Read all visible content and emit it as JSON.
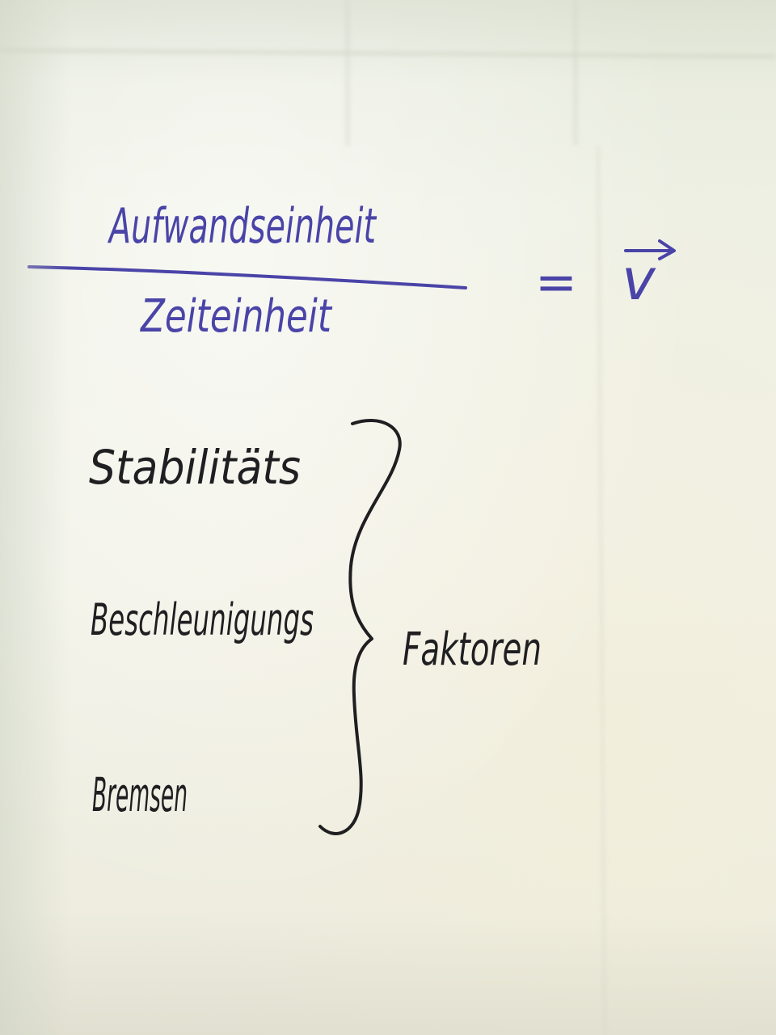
{
  "note": {
    "fraction": {
      "numerator": "Aufwandseinheit",
      "denominator": "Zeiteinheit"
    },
    "equals": "=",
    "result": "v",
    "factors": {
      "items": [
        "Stabilitäts",
        "Beschleunigungs",
        "Bremsen"
      ],
      "label": "Faktoren"
    }
  },
  "colors": {
    "blue_ink": "#4a44a8",
    "black_ink": "#1f1f22",
    "paper": "#eef0e4"
  }
}
